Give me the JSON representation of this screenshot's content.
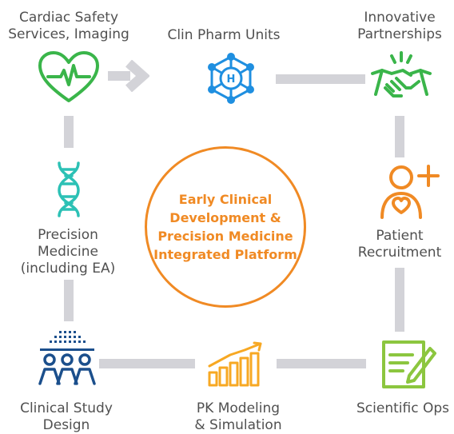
{
  "center": {
    "lines": [
      "Early Clinical",
      "Development &",
      "Precision Medicine",
      "Integrated Platform"
    ]
  },
  "nodes": {
    "cardiac": {
      "lines": [
        "Cardiac Safety",
        "Services, Imaging"
      ],
      "icon": "heart-ecg-icon",
      "color": "#3ab54a"
    },
    "clin_pharm": {
      "lines": [
        "Clin Pharm Units"
      ],
      "icon": "hospital-network-icon",
      "color": "#1f8fe0"
    },
    "partnerships": {
      "lines": [
        "Innovative",
        "Partnerships"
      ],
      "icon": "handshake-icon",
      "color": "#3ab54a"
    },
    "patient": {
      "lines": [
        "Patient",
        "Recruitment"
      ],
      "icon": "person-add-heart-icon",
      "color": "#f08a24"
    },
    "scientific_ops": {
      "lines": [
        "Scientific Ops"
      ],
      "icon": "document-edit-icon",
      "color": "#8cc63f"
    },
    "pk_modeling": {
      "lines": [
        "PK Modeling",
        "& Simulation"
      ],
      "icon": "growth-chart-icon",
      "color": "#f7a823"
    },
    "clinical_study": {
      "lines": [
        "Clinical Study",
        "Design"
      ],
      "icon": "team-grid-icon",
      "color": "#1b4f8c"
    },
    "precision": {
      "lines": [
        "Precision",
        "Medicine",
        "(including EA)"
      ],
      "icon": "dna-icon",
      "color": "#2cc1b5"
    }
  },
  "colors": {
    "connector": "#d3d3d8",
    "accent": "#f08a24"
  }
}
